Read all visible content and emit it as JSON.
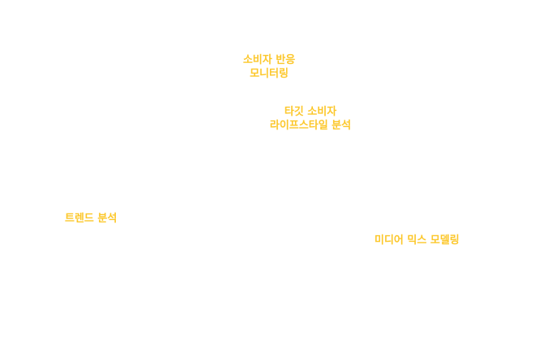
{
  "accent_color": "#fcc72a",
  "labels": {
    "consumer_reaction": {
      "line1": "소비자 반응",
      "line2": "모니터링"
    },
    "target_lifestyle": {
      "line1": "타깃 소비자",
      "line2": "라이프스타일 분석"
    },
    "trend_analysis": {
      "line1": "트렌드 분석"
    },
    "media_mix": {
      "line1": "미디어 믹스 모델링"
    }
  }
}
